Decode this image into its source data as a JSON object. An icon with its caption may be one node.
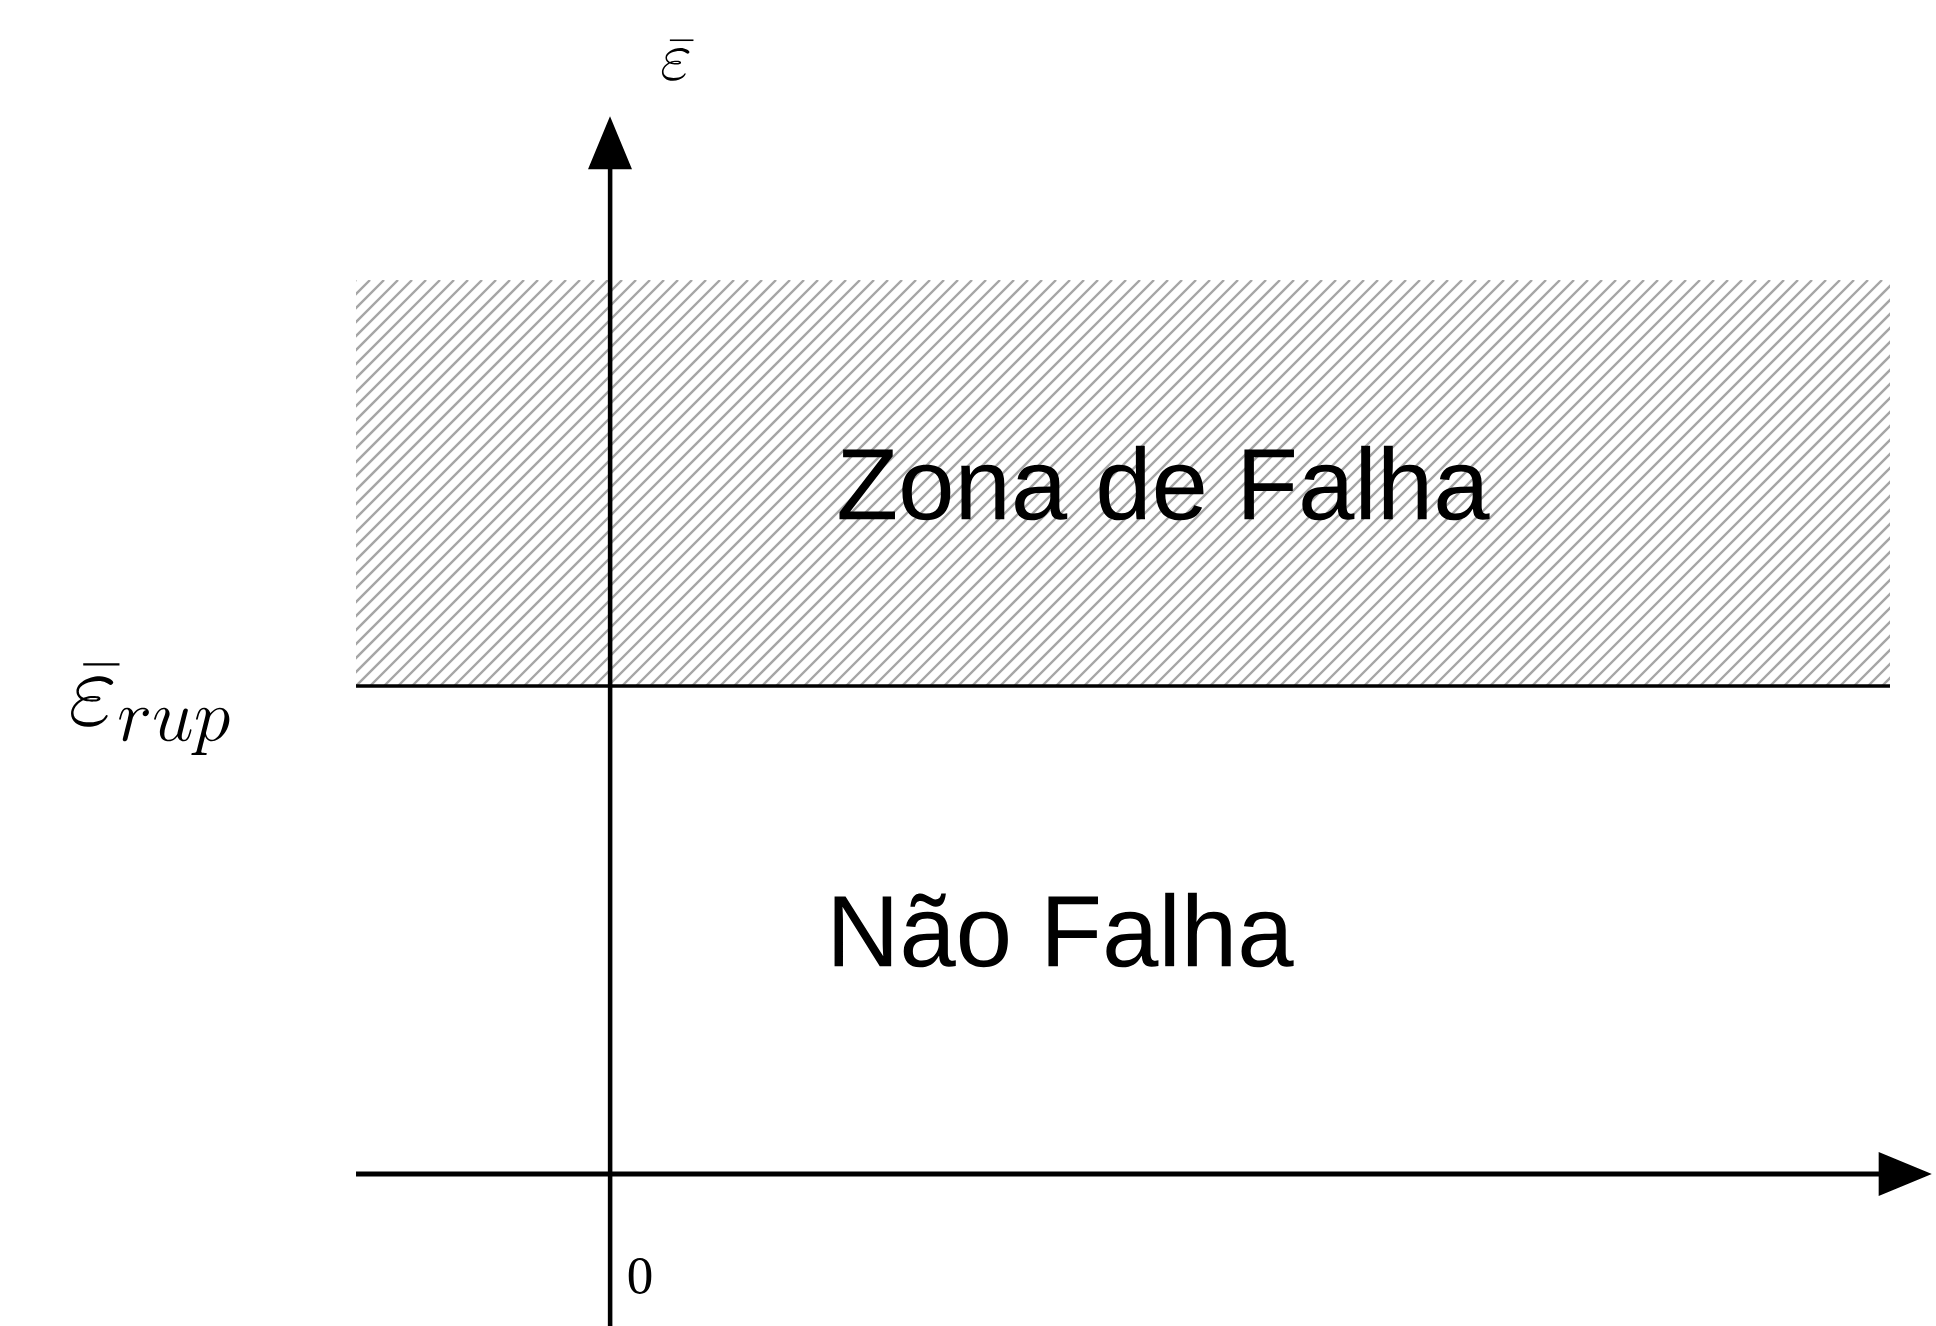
{
  "diagram": {
    "nodes": [
      {
        "text": [
          "Zona de Falha"
        ]
      }
    ],
    "labels": [
      "\\bar{\\varepsilon}",
      "\\bar{\\varepsilon}_{rup}",
      "Não Falha",
      "0"
    ]
  }
}
